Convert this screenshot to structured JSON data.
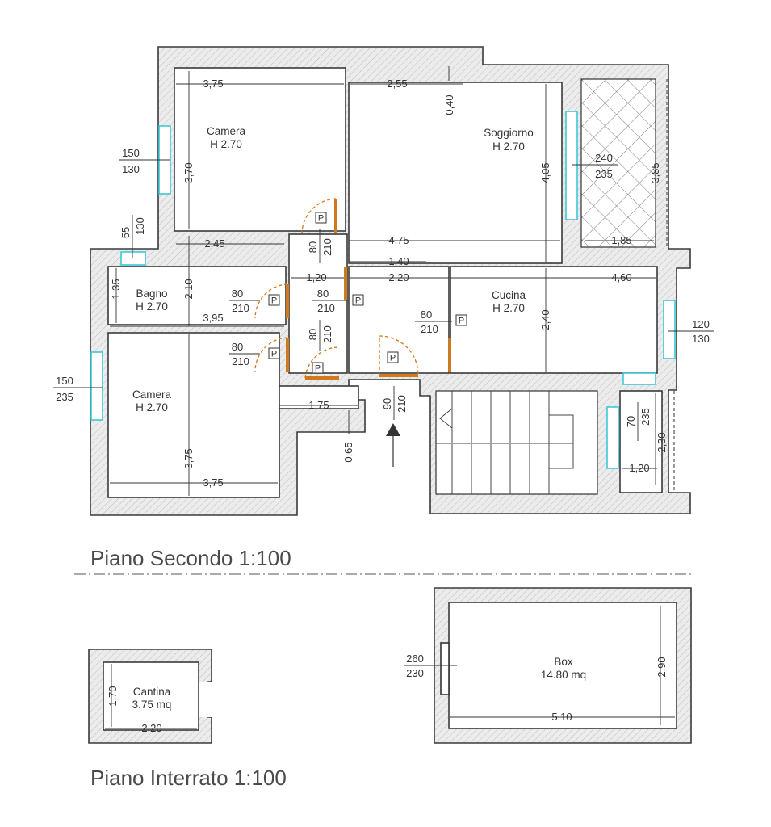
{
  "plans": {
    "upper_title": "Piano Secondo 1:100",
    "lower_title": "Piano Interrato 1:100"
  },
  "rooms": {
    "camera_top": {
      "name": "Camera",
      "height": "H 2.70"
    },
    "soggiorno": {
      "name": "Soggiorno",
      "height": "H 2.70"
    },
    "bagno": {
      "name": "Bagno",
      "height": "H 2.70"
    },
    "cucina": {
      "name": "Cucina",
      "height": "H 2.70"
    },
    "camera_bottom": {
      "name": "Camera",
      "height": "H 2.70"
    },
    "cantina": {
      "name": "Cantina",
      "area": "3.75 mq"
    },
    "box": {
      "name": "Box",
      "area": "14.80 mq"
    }
  },
  "dimensions": {
    "d375_top": "3,75",
    "d255": "2,55",
    "d040": "0,40",
    "d370": "3,70",
    "d405": "4,05",
    "d385": "3,85",
    "d185": "1,85",
    "d245": "2,45",
    "d475": "4,75",
    "d140": "1,40",
    "d210": "2,10",
    "d135": "1,35",
    "d120_hall": "1,20",
    "d220": "2,20",
    "d460": "4,60",
    "d395": "3,95",
    "d240": "2,40",
    "d175": "1,75",
    "d375_v": "3,75",
    "d375_bottom": "3,75",
    "d065": "0,65",
    "d230": "2,30",
    "d120_balc": "1,20",
    "d170": "1,70",
    "d220_cantina": "2,20",
    "d290": "2,90",
    "d510": "5,10"
  },
  "openings": {
    "w_camera_top": {
      "top": "150",
      "bottom": "130"
    },
    "w_bagno": {
      "top": "55",
      "bottom": "130"
    },
    "w_soggiorno": {
      "top": "240",
      "bottom": "235"
    },
    "w_cucina": {
      "top": "120",
      "bottom": "130"
    },
    "w_camera_bottom": {
      "top": "150",
      "bottom": "235"
    },
    "w_balcony": {
      "top": "70",
      "bottom": "235"
    },
    "w_box": {
      "top": "260",
      "bottom": "230"
    },
    "door_camera_top": {
      "top": "80",
      "bottom": "210"
    },
    "door_bagno": {
      "top": "80",
      "bottom": "210"
    },
    "door_hall": {
      "top": "80",
      "bottom": "210"
    },
    "door_cucina": {
      "top": "80",
      "bottom": "210"
    },
    "door_camera_bottom": {
      "top": "80",
      "bottom": "210"
    },
    "door_closet": {
      "top": "80",
      "bottom": "210"
    },
    "door_entry": {
      "top": "90",
      "bottom": "210"
    }
  },
  "door_marker": "P",
  "colors": {
    "wall_fill": "#e7e7e7",
    "window": "#3cc8d8",
    "door": "#d07a20",
    "line": "#333333"
  }
}
